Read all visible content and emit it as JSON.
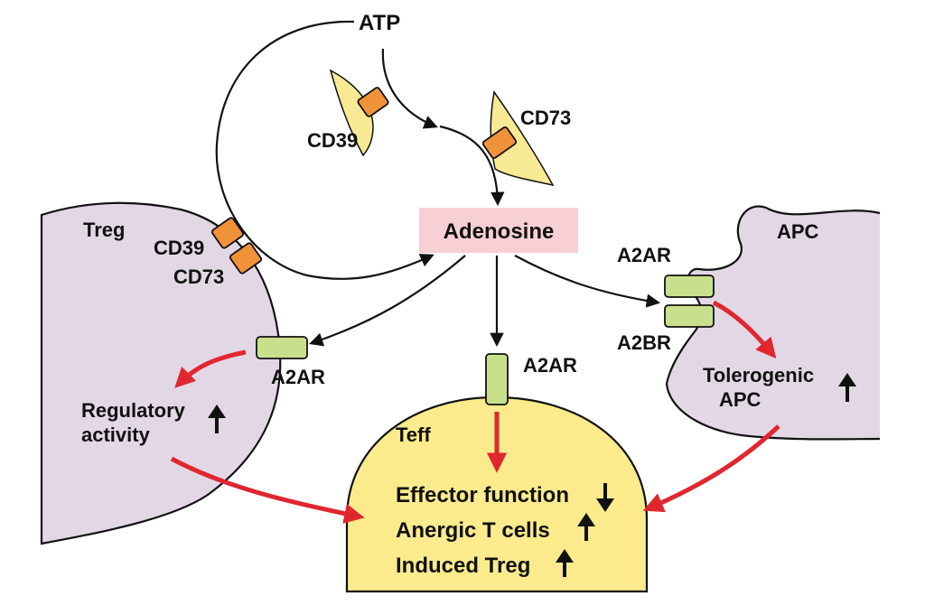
{
  "labels": {
    "atp": "ATP",
    "cd39_top": "CD39",
    "cd73_top": "CD73",
    "adenosine": "Adenosine",
    "treg": "Treg",
    "cd39_treg": "CD39",
    "cd73_treg": "CD73",
    "a2ar_treg": "A2AR",
    "regulatory_line1": "Regulatory",
    "regulatory_line2": "activity",
    "apc": "APC",
    "a2ar_apc": "A2AR",
    "a2br_apc": "A2BR",
    "tolerogenic_line1": "Tolerogenic",
    "tolerogenic_line2": "APC",
    "a2ar_teff": "A2AR",
    "teff": "Teff",
    "effector": "Effector function",
    "anergic": "Anergic T cells",
    "induced": "Induced Treg"
  },
  "indicators": {
    "regulatory": "up",
    "tolerogenic": "up",
    "effector": "down",
    "anergic": "up",
    "induced": "up"
  },
  "colors": {
    "cell_purple": "#e3d7e6",
    "teff_yellow": "#fbeb8c",
    "enzyme_orange": "#f0923a",
    "membrane_yellow": "#f8ea94",
    "receptor_green": "#c8e08c",
    "adenosine_pink": "#f8cfd5",
    "arrow_red": "#e0262f",
    "line_black": "#111111"
  }
}
